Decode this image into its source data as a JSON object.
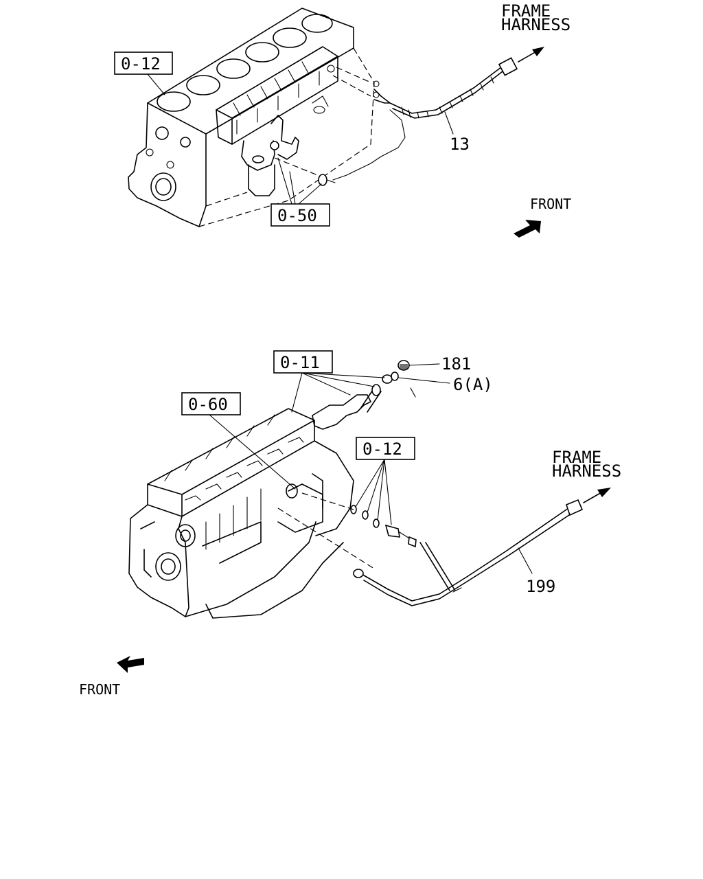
{
  "top_figure": {
    "frame_harness_line1": "FRAME",
    "frame_harness_line2": "HARNESS",
    "ref_block": "0-12",
    "ref_sensors": "0-50",
    "part_harness": "13",
    "front_label": "FRONT"
  },
  "bottom_figure": {
    "ref_valve_cover": "0-11",
    "ref_oil_pump": "0-60",
    "ref_block": "0-12",
    "part_nut": "181",
    "part_washer": "6(A)",
    "frame_harness_line1": "FRAME",
    "frame_harness_line2": "HARNESS",
    "part_harness": "199",
    "front_label": "FRONT"
  }
}
